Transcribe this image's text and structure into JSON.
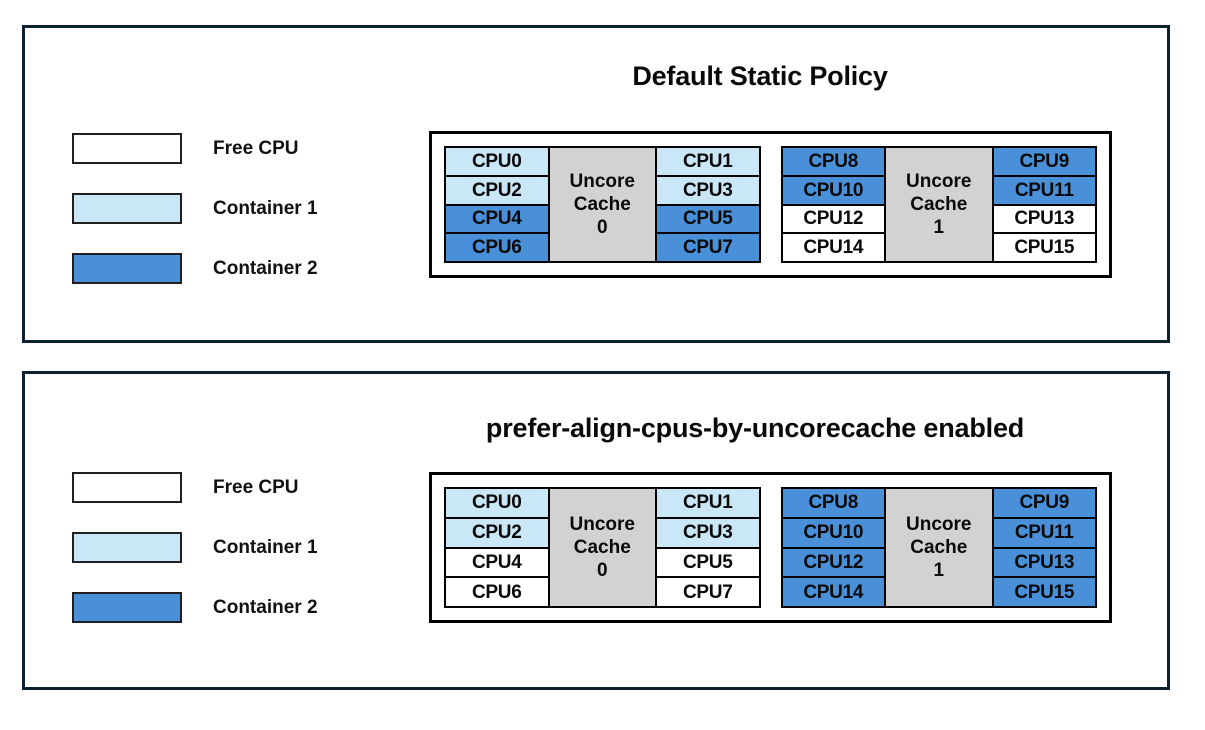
{
  "colors": {
    "panel_border": "#0d2231",
    "cell_border": "#000000",
    "free": "#ffffff",
    "container1": "#c9e7f7",
    "container2": "#4a90d9",
    "cache_fill": "#d2d2d2"
  },
  "panels": [
    {
      "id": "default-static-policy",
      "title": "Default Static Policy",
      "legend": [
        {
          "label": "Free CPU",
          "state": "free"
        },
        {
          "label": "Container 1",
          "state": "container1"
        },
        {
          "label": "Container 2",
          "state": "container2"
        }
      ],
      "cache_groups": [
        {
          "cache_line1": "Uncore",
          "cache_line2": "Cache",
          "cache_line3": "0",
          "left_column": [
            {
              "label": "CPU0",
              "state": "container1"
            },
            {
              "label": "CPU2",
              "state": "container1"
            },
            {
              "label": "CPU4",
              "state": "container2"
            },
            {
              "label": "CPU6",
              "state": "container2"
            }
          ],
          "right_column": [
            {
              "label": "CPU1",
              "state": "container1"
            },
            {
              "label": "CPU3",
              "state": "container1"
            },
            {
              "label": "CPU5",
              "state": "container2"
            },
            {
              "label": "CPU7",
              "state": "container2"
            }
          ]
        },
        {
          "cache_line1": "Uncore",
          "cache_line2": "Cache",
          "cache_line3": "1",
          "left_column": [
            {
              "label": "CPU8",
              "state": "container2"
            },
            {
              "label": "CPU10",
              "state": "container2"
            },
            {
              "label": "CPU12",
              "state": "free"
            },
            {
              "label": "CPU14",
              "state": "free"
            }
          ],
          "right_column": [
            {
              "label": "CPU9",
              "state": "container2"
            },
            {
              "label": "CPU11",
              "state": "container2"
            },
            {
              "label": "CPU13",
              "state": "free"
            },
            {
              "label": "CPU15",
              "state": "free"
            }
          ]
        }
      ]
    },
    {
      "id": "prefer-align-cpus-by-uncorecache-enabled",
      "title": "prefer-align-cpus-by-uncorecache enabled",
      "legend": [
        {
          "label": "Free CPU",
          "state": "free"
        },
        {
          "label": "Container 1",
          "state": "container1"
        },
        {
          "label": "Container 2",
          "state": "container2"
        }
      ],
      "cache_groups": [
        {
          "cache_line1": "Uncore",
          "cache_line2": "Cache",
          "cache_line3": "0",
          "left_column": [
            {
              "label": "CPU0",
              "state": "container1"
            },
            {
              "label": "CPU2",
              "state": "container1"
            },
            {
              "label": "CPU4",
              "state": "free"
            },
            {
              "label": "CPU6",
              "state": "free"
            }
          ],
          "right_column": [
            {
              "label": "CPU1",
              "state": "container1"
            },
            {
              "label": "CPU3",
              "state": "container1"
            },
            {
              "label": "CPU5",
              "state": "free"
            },
            {
              "label": "CPU7",
              "state": "free"
            }
          ]
        },
        {
          "cache_line1": "Uncore",
          "cache_line2": "Cache",
          "cache_line3": "1",
          "left_column": [
            {
              "label": "CPU8",
              "state": "container2"
            },
            {
              "label": "CPU10",
              "state": "container2"
            },
            {
              "label": "CPU12",
              "state": "container2"
            },
            {
              "label": "CPU14",
              "state": "container2"
            }
          ],
          "right_column": [
            {
              "label": "CPU9",
              "state": "container2"
            },
            {
              "label": "CPU11",
              "state": "container2"
            },
            {
              "label": "CPU13",
              "state": "container2"
            },
            {
              "label": "CPU15",
              "state": "container2"
            }
          ]
        }
      ]
    }
  ]
}
